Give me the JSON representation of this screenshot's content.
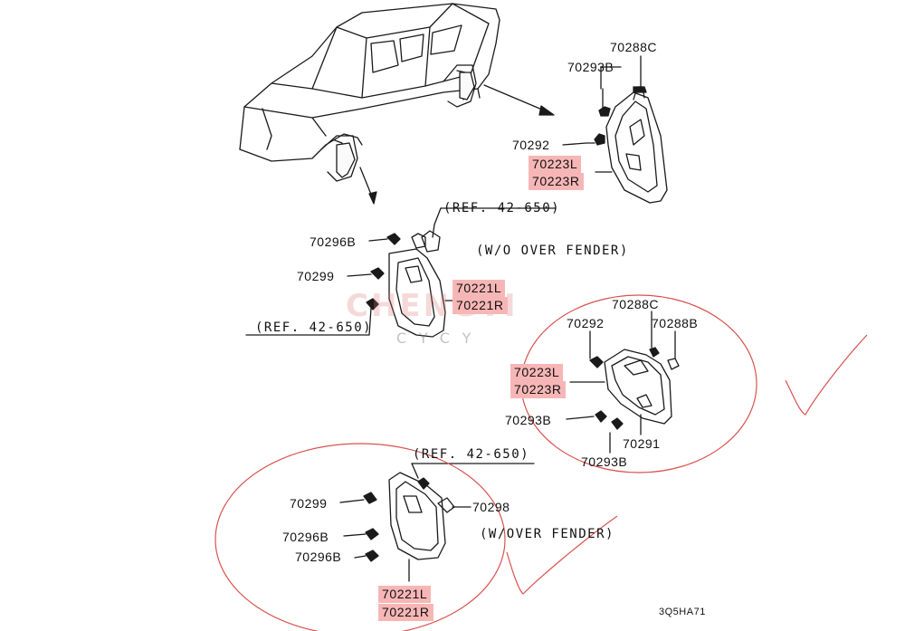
{
  "colors": {
    "line": "#1a1a1a",
    "highlight": "#f7b6b6",
    "annotation_red": "#d9534f",
    "watermark": "#e07878"
  },
  "watermark": {
    "main": "CHENGYI",
    "sub": "CYCY"
  },
  "notes": {
    "ref_top": "(REF. 42-650)",
    "ref_mid": "(REF. 42-650)",
    "ref_bottom": "(REF. 42-650)",
    "wo_over_fender": "(W/O OVER FENDER)",
    "w_over_fender": "(W/OVER FENDER)"
  },
  "diagram_code": "3Q5HA71",
  "groups": {
    "rear_wo": {
      "parts": [
        "70288C",
        "70293B",
        "70292"
      ],
      "mudguard": [
        "70223L",
        "70223R"
      ]
    },
    "front_wo": {
      "parts": [
        "70296B",
        "70299"
      ],
      "mudguard": [
        "70221L",
        "70221R"
      ]
    },
    "rear_w": {
      "parts": [
        "70288C",
        "70292",
        "70288B",
        "70293B",
        "70291",
        "70293B"
      ],
      "mudguard": [
        "70223L",
        "70223R"
      ]
    },
    "front_w": {
      "parts": [
        "70299",
        "70296B",
        "70296B",
        "70298"
      ],
      "mudguard": [
        "70221L",
        "70221R"
      ]
    }
  }
}
